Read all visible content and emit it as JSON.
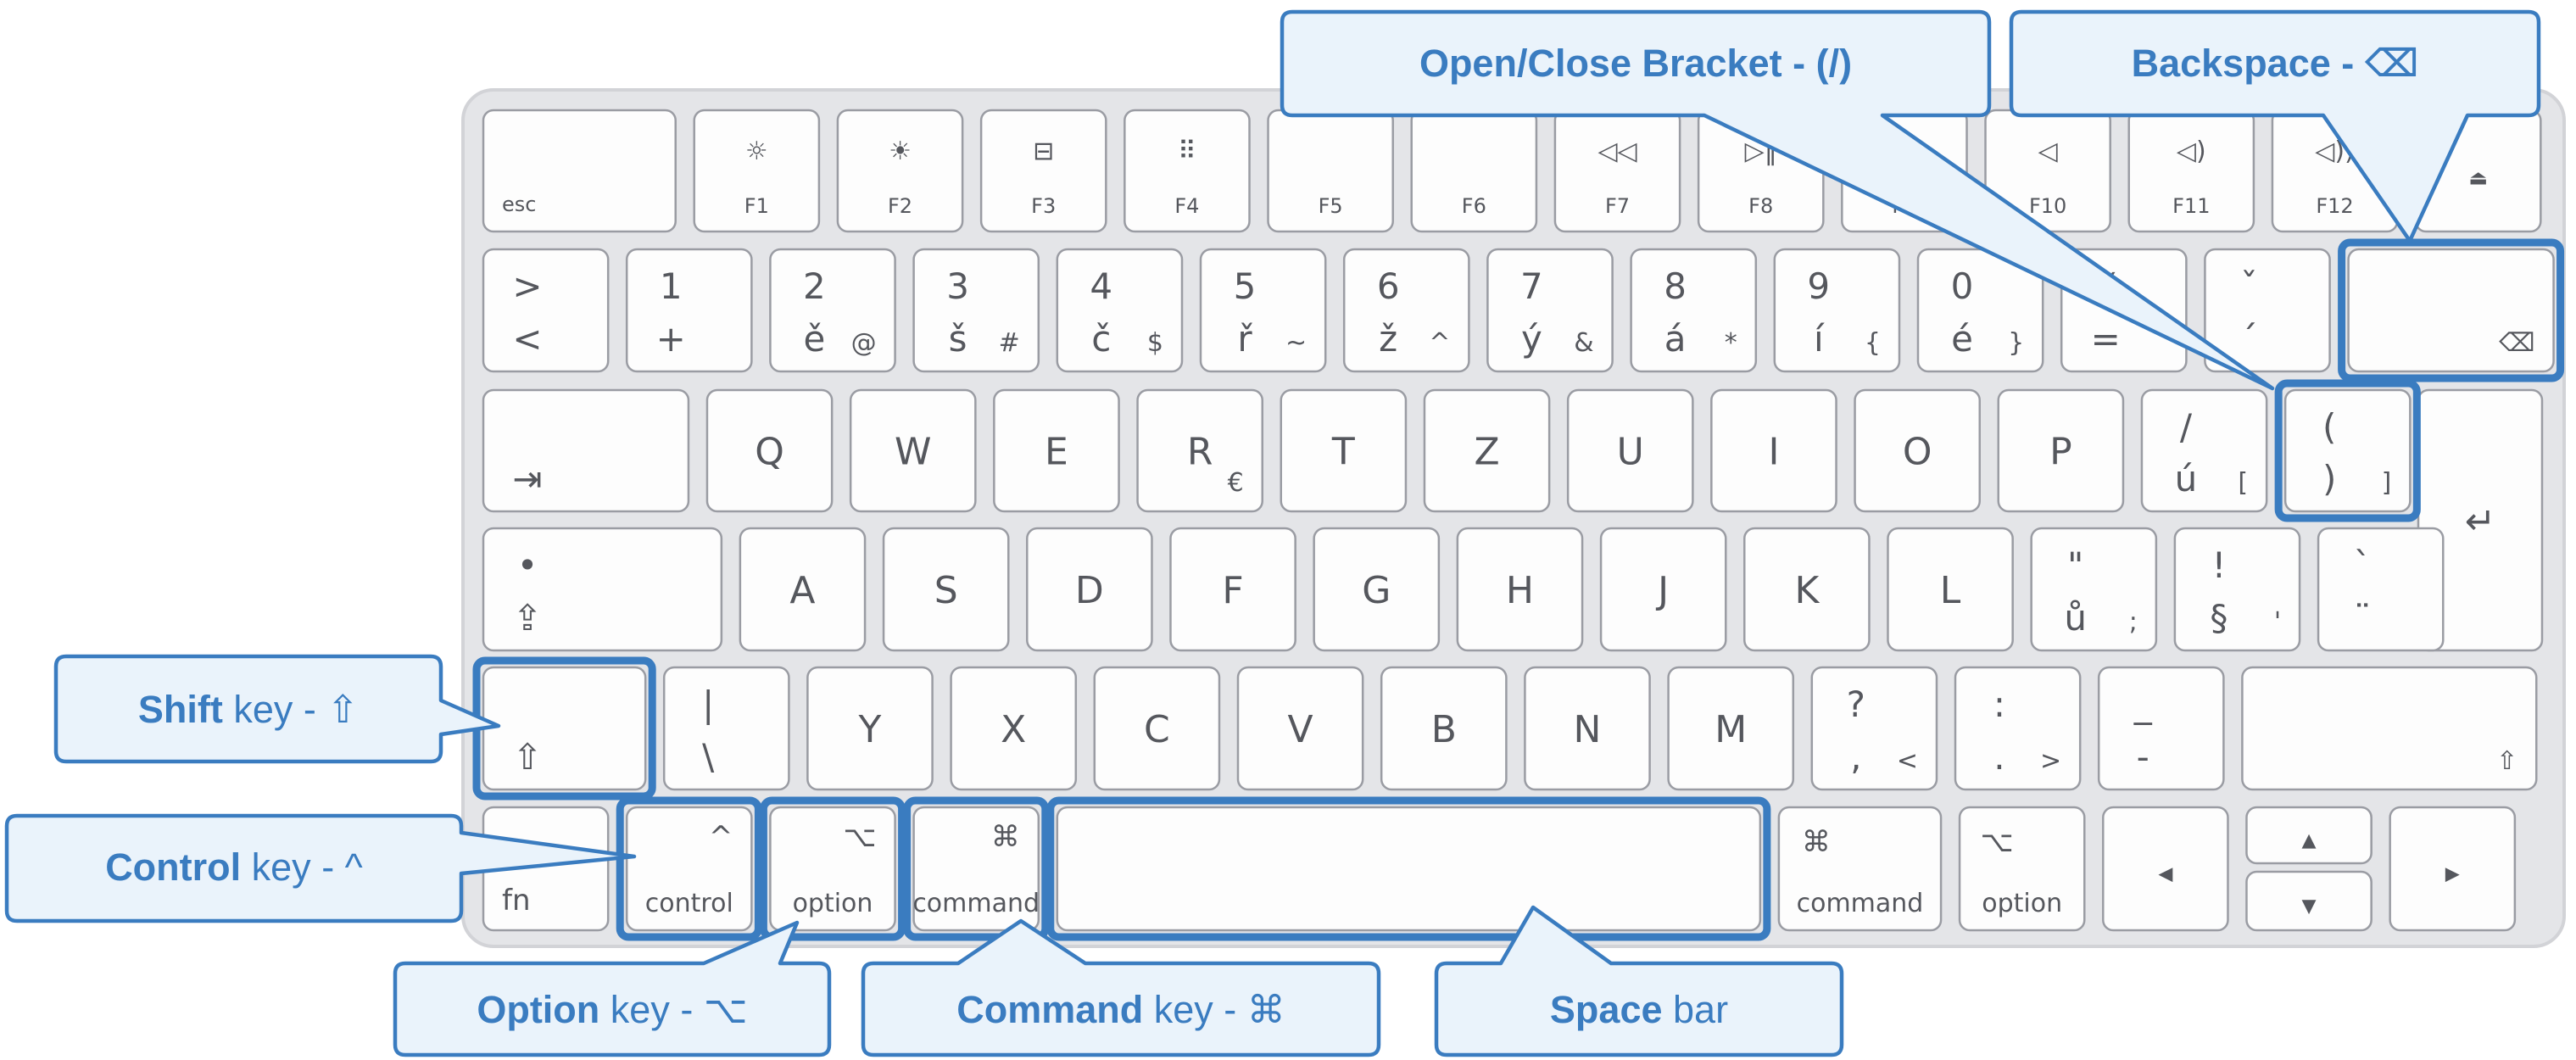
{
  "callouts": {
    "bracket": {
      "bold": "Open/Close Bracket - (/)",
      "rest": ""
    },
    "backspace": {
      "bold": "Backspace - ⌫",
      "rest": ""
    },
    "shift": {
      "bold": "Shift",
      "rest": " key - ⇧"
    },
    "control": {
      "bold": "Control",
      "rest": " key - ^"
    },
    "option": {
      "bold": "Option",
      "rest": " key - ⌥"
    },
    "command": {
      "bold": "Command",
      "rest": " key - ⌘"
    },
    "space": {
      "bold": "Space",
      "rest": " bar"
    }
  },
  "keyboard": {
    "rows": [
      [
        {
          "id": "esc",
          "legends": [
            {
              "t": "esc",
              "p": "bl"
            }
          ]
        },
        {
          "id": "f1",
          "legends": [
            {
              "t": "☼",
              "p": "tc"
            },
            {
              "t": "F1",
              "p": "bc"
            }
          ]
        },
        {
          "id": "f2",
          "legends": [
            {
              "t": "☀",
              "p": "tc"
            },
            {
              "t": "F2",
              "p": "bc"
            }
          ]
        },
        {
          "id": "f3",
          "legends": [
            {
              "t": "⊟",
              "p": "tc"
            },
            {
              "t": "F3",
              "p": "bc"
            }
          ]
        },
        {
          "id": "f4",
          "legends": [
            {
              "t": "⠿",
              "p": "tc"
            },
            {
              "t": "F4",
              "p": "bc"
            }
          ]
        },
        {
          "id": "f5",
          "legends": [
            {
              "t": "F5",
              "p": "bc"
            }
          ]
        },
        {
          "id": "f6",
          "legends": [
            {
              "t": "F6",
              "p": "bc"
            }
          ]
        },
        {
          "id": "f7",
          "legends": [
            {
              "t": "◁◁",
              "p": "tc"
            },
            {
              "t": "F7",
              "p": "bc"
            }
          ]
        },
        {
          "id": "f8",
          "legends": [
            {
              "t": "▷‖",
              "p": "tc"
            },
            {
              "t": "F8",
              "p": "bc"
            }
          ]
        },
        {
          "id": "f9",
          "legends": [
            {
              "t": "▷▷",
              "p": "tc"
            },
            {
              "t": "F9",
              "p": "bc"
            }
          ]
        },
        {
          "id": "f10",
          "legends": [
            {
              "t": "◁",
              "p": "tc"
            },
            {
              "t": "F10",
              "p": "bc"
            }
          ]
        },
        {
          "id": "f11",
          "legends": [
            {
              "t": "◁)",
              "p": "tc"
            },
            {
              "t": "F11",
              "p": "bc"
            }
          ]
        },
        {
          "id": "f12",
          "legends": [
            {
              "t": "◁))",
              "p": "tc"
            },
            {
              "t": "F12",
              "p": "bc"
            }
          ]
        },
        {
          "id": "eject",
          "legends": [
            {
              "t": "⏏",
              "p": "c"
            }
          ]
        }
      ],
      [
        {
          "id": "gtlt",
          "legends": [
            {
              "t": ">",
              "p": "tl"
            },
            {
              "t": "<",
              "p": "bl"
            }
          ]
        },
        {
          "id": "k1",
          "legends": [
            {
              "t": "1",
              "p": "tl"
            },
            {
              "t": "+",
              "p": "bl"
            }
          ]
        },
        {
          "id": "k2",
          "legends": [
            {
              "t": "2",
              "p": "tl"
            },
            {
              "t": "ě",
              "p": "bl"
            },
            {
              "t": "@",
              "p": "br"
            }
          ]
        },
        {
          "id": "k3",
          "legends": [
            {
              "t": "3",
              "p": "tl"
            },
            {
              "t": "š",
              "p": "bl"
            },
            {
              "t": "#",
              "p": "br"
            }
          ]
        },
        {
          "id": "k4",
          "legends": [
            {
              "t": "4",
              "p": "tl"
            },
            {
              "t": "č",
              "p": "bl"
            },
            {
              "t": "$",
              "p": "br"
            }
          ]
        },
        {
          "id": "k5",
          "legends": [
            {
              "t": "5",
              "p": "tl"
            },
            {
              "t": "ř",
              "p": "bl"
            },
            {
              "t": "~",
              "p": "br"
            }
          ]
        },
        {
          "id": "k6",
          "legends": [
            {
              "t": "6",
              "p": "tl"
            },
            {
              "t": "ž",
              "p": "bl"
            },
            {
              "t": "^",
              "p": "br"
            }
          ]
        },
        {
          "id": "k7",
          "legends": [
            {
              "t": "7",
              "p": "tl"
            },
            {
              "t": "ý",
              "p": "bl"
            },
            {
              "t": "&",
              "p": "br"
            }
          ]
        },
        {
          "id": "k8",
          "legends": [
            {
              "t": "8",
              "p": "tl"
            },
            {
              "t": "á",
              "p": "bl"
            },
            {
              "t": "*",
              "p": "br"
            }
          ]
        },
        {
          "id": "k9",
          "legends": [
            {
              "t": "9",
              "p": "tl"
            },
            {
              "t": "í",
              "p": "bl"
            },
            {
              "t": "{",
              "p": "br"
            }
          ]
        },
        {
          "id": "k0",
          "legends": [
            {
              "t": "0",
              "p": "tl"
            },
            {
              "t": "é",
              "p": "bl"
            },
            {
              "t": "}",
              "p": "br"
            }
          ]
        },
        {
          "id": "pct",
          "legends": [
            {
              "t": "%",
              "p": "tl"
            },
            {
              "t": "=",
              "p": "bl"
            }
          ]
        },
        {
          "id": "caron",
          "legends": [
            {
              "t": "ˇ",
              "p": "tl"
            },
            {
              "t": "´",
              "p": "bl"
            }
          ]
        },
        {
          "id": "backspace",
          "legends": [
            {
              "t": "⌫",
              "p": "br"
            }
          ]
        }
      ],
      [
        {
          "id": "tab",
          "legends": [
            {
              "t": "⇥",
              "p": "bl"
            }
          ]
        },
        {
          "id": "q",
          "legends": [
            {
              "t": "Q",
              "p": "c"
            }
          ]
        },
        {
          "id": "w",
          "legends": [
            {
              "t": "W",
              "p": "c"
            }
          ]
        },
        {
          "id": "e",
          "legends": [
            {
              "t": "E",
              "p": "c"
            }
          ]
        },
        {
          "id": "r",
          "legends": [
            {
              "t": "R",
              "p": "c"
            },
            {
              "t": "€",
              "p": "br"
            }
          ]
        },
        {
          "id": "t",
          "legends": [
            {
              "t": "T",
              "p": "c"
            }
          ]
        },
        {
          "id": "z",
          "legends": [
            {
              "t": "Z",
              "p": "c"
            }
          ]
        },
        {
          "id": "u",
          "legends": [
            {
              "t": "U",
              "p": "c"
            }
          ]
        },
        {
          "id": "i",
          "legends": [
            {
              "t": "I",
              "p": "c"
            }
          ]
        },
        {
          "id": "o",
          "legends": [
            {
              "t": "O",
              "p": "c"
            }
          ]
        },
        {
          "id": "p",
          "legends": [
            {
              "t": "P",
              "p": "c"
            }
          ]
        },
        {
          "id": "uacute",
          "legends": [
            {
              "t": "/",
              "p": "tl"
            },
            {
              "t": "ú",
              "p": "bl"
            },
            {
              "t": "[",
              "p": "br"
            }
          ]
        },
        {
          "id": "bracket",
          "legends": [
            {
              "t": "(",
              "p": "tl"
            },
            {
              "t": ")",
              "p": "bl"
            },
            {
              "t": "]",
              "p": "br"
            }
          ]
        },
        {
          "id": "enter",
          "legends": [
            {
              "t": "↵",
              "p": "c"
            }
          ]
        }
      ],
      [
        {
          "id": "caps",
          "legends": [
            {
              "t": "•",
              "p": "tl"
            },
            {
              "t": "⇪",
              "p": "bl"
            }
          ]
        },
        {
          "id": "a",
          "legends": [
            {
              "t": "A",
              "p": "c"
            }
          ]
        },
        {
          "id": "s",
          "legends": [
            {
              "t": "S",
              "p": "c"
            }
          ]
        },
        {
          "id": "d",
          "legends": [
            {
              "t": "D",
              "p": "c"
            }
          ]
        },
        {
          "id": "f",
          "legends": [
            {
              "t": "F",
              "p": "c"
            }
          ]
        },
        {
          "id": "g",
          "legends": [
            {
              "t": "G",
              "p": "c"
            }
          ]
        },
        {
          "id": "h",
          "legends": [
            {
              "t": "H",
              "p": "c"
            }
          ]
        },
        {
          "id": "j",
          "legends": [
            {
              "t": "J",
              "p": "c"
            }
          ]
        },
        {
          "id": "k",
          "legends": [
            {
              "t": "K",
              "p": "c"
            }
          ]
        },
        {
          "id": "l",
          "legends": [
            {
              "t": "L",
              "p": "c"
            }
          ]
        },
        {
          "id": "uring",
          "legends": [
            {
              "t": "\"",
              "p": "tl"
            },
            {
              "t": "ů",
              "p": "bl"
            },
            {
              "t": ";",
              "p": "br"
            }
          ]
        },
        {
          "id": "sect",
          "legends": [
            {
              "t": "!",
              "p": "tl"
            },
            {
              "t": "§",
              "p": "bl"
            },
            {
              "t": "'",
              "p": "br"
            }
          ]
        },
        {
          "id": "grave",
          "legends": [
            {
              "t": "`",
              "p": "tl"
            },
            {
              "t": "¨",
              "p": "bl"
            }
          ]
        }
      ],
      [
        {
          "id": "lshift",
          "legends": [
            {
              "t": "⇧",
              "p": "bl"
            }
          ]
        },
        {
          "id": "pipe",
          "legends": [
            {
              "t": "|",
              "p": "tl"
            },
            {
              "t": "\\",
              "p": "bl"
            }
          ]
        },
        {
          "id": "y",
          "legends": [
            {
              "t": "Y",
              "p": "c"
            }
          ]
        },
        {
          "id": "x",
          "legends": [
            {
              "t": "X",
              "p": "c"
            }
          ]
        },
        {
          "id": "c",
          "legends": [
            {
              "t": "C",
              "p": "c"
            }
          ]
        },
        {
          "id": "v",
          "legends": [
            {
              "t": "V",
              "p": "c"
            }
          ]
        },
        {
          "id": "b",
          "legends": [
            {
              "t": "B",
              "p": "c"
            }
          ]
        },
        {
          "id": "n",
          "legends": [
            {
              "t": "N",
              "p": "c"
            }
          ]
        },
        {
          "id": "m",
          "legends": [
            {
              "t": "M",
              "p": "c"
            }
          ]
        },
        {
          "id": "comma",
          "legends": [
            {
              "t": "?",
              "p": "tl"
            },
            {
              "t": ",",
              "p": "bl"
            },
            {
              "t": "<",
              "p": "br"
            }
          ]
        },
        {
          "id": "period",
          "legends": [
            {
              "t": ":",
              "p": "tl"
            },
            {
              "t": ".",
              "p": "bl"
            },
            {
              "t": ">",
              "p": "br"
            }
          ]
        },
        {
          "id": "minus",
          "legends": [
            {
              "t": "_",
              "p": "tl"
            },
            {
              "t": "-",
              "p": "bl"
            }
          ]
        },
        {
          "id": "rshift",
          "legends": [
            {
              "t": "⇧",
              "p": "br"
            }
          ]
        }
      ],
      [
        {
          "id": "fn",
          "legends": [
            {
              "t": "fn",
              "p": "bl"
            }
          ]
        },
        {
          "id": "control",
          "legends": [
            {
              "t": "^",
              "p": "tr"
            },
            {
              "t": "control",
              "p": "bc"
            }
          ]
        },
        {
          "id": "loption",
          "legends": [
            {
              "t": "⌥",
              "p": "tr"
            },
            {
              "t": "option",
              "p": "bc"
            }
          ]
        },
        {
          "id": "lcommand",
          "legends": [
            {
              "t": "⌘",
              "p": "tr"
            },
            {
              "t": "command",
              "p": "bc"
            }
          ]
        },
        {
          "id": "space",
          "legends": []
        },
        {
          "id": "rcommand",
          "legends": [
            {
              "t": "⌘",
              "p": "tl"
            },
            {
              "t": "command",
              "p": "bc"
            }
          ]
        },
        {
          "id": "roption",
          "legends": [
            {
              "t": "⌥",
              "p": "tl"
            },
            {
              "t": "option",
              "p": "bc"
            }
          ]
        },
        {
          "id": "left",
          "legends": [
            {
              "t": "◂",
              "p": "c"
            }
          ]
        },
        {
          "id": "up",
          "legends": [
            {
              "t": "▴",
              "p": "c"
            }
          ]
        },
        {
          "id": "down",
          "legends": [
            {
              "t": "▾",
              "p": "c"
            }
          ]
        },
        {
          "id": "right",
          "legends": [
            {
              "t": "▸",
              "p": "c"
            }
          ]
        }
      ]
    ]
  }
}
